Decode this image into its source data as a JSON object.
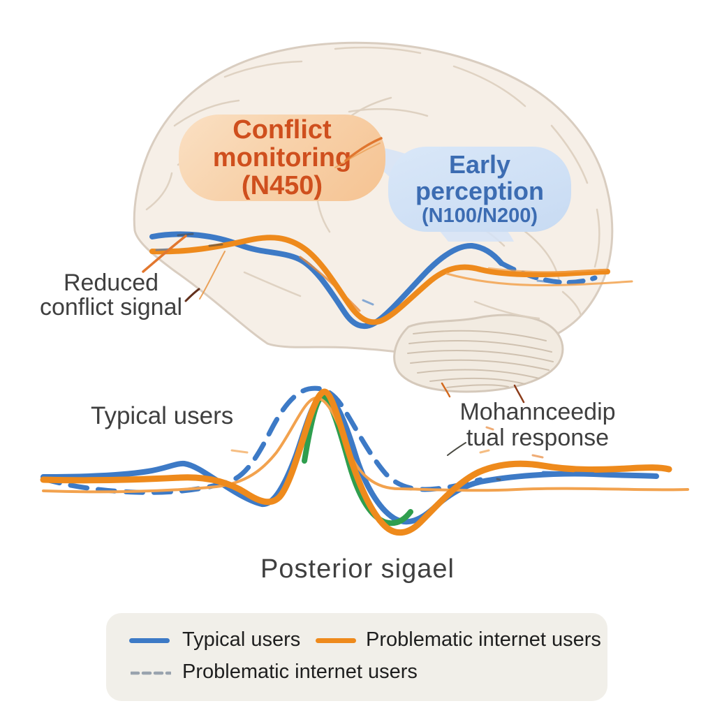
{
  "figure": {
    "kind": "brain ERP diagram",
    "background": "#ffffff"
  },
  "brain_labels": {
    "conflict_monitoring": {
      "lines": [
        "Conflict",
        "monitoring",
        "(N450)"
      ],
      "text_color": "#cf4f1d",
      "bg_color": "#f8d2ab"
    },
    "early_perception": {
      "lines": [
        "Early",
        "perception",
        "(N100/N200)"
      ],
      "text_color": "#3c6cb2",
      "bg_color": "#cfe0f5"
    }
  },
  "annotations": {
    "reduced_conflict": {
      "lines": [
        "Reduced",
        "conflict signal"
      ]
    },
    "typical_users_heading": "Typical users",
    "response_label": {
      "lines": [
        "Mohannceedip",
        "tual response"
      ]
    },
    "chart_title": "Posterior sigael"
  },
  "legend": {
    "bg_color": "#f1efe9",
    "items": [
      {
        "label": "Typical users",
        "style": "solid",
        "color": "#3d7ac6"
      },
      {
        "label": "Problematic internet users",
        "style": "solid",
        "color": "#ee8a1c"
      },
      {
        "label": "Problematic internet users",
        "style": "dashed",
        "color": "#99a3ae"
      }
    ]
  },
  "colors": {
    "waveform_blue": "#3d7ac6",
    "waveform_orange": "#ee8a1c",
    "waveform_orange_thin": "#f2a24e",
    "waveform_green": "#2f9e4e",
    "gray_dashed": "#99a3ae",
    "brain_fill": "#f6efe7",
    "brain_outline": "#d9cdc0",
    "cerebellum_fill": "#f2ebe1",
    "annotation_text": "#3f3f3f",
    "leader_line_orange": "#e2772e",
    "leader_line_brown": "#63301c"
  },
  "chart_data": {
    "type": "line",
    "title": "Posterior sigael",
    "axes_shown": false,
    "description": "Schematic ERP waveforms; no numeric axes. Normalized keypoints x:0-1 (time), y:-1..1 (amplitude, up = positive).",
    "series": [
      {
        "name": "Typical users",
        "style": "solid",
        "color": "#3d7ac6",
        "keypoints": [
          [
            0.0,
            0.0
          ],
          [
            0.21,
            0.18
          ],
          [
            0.33,
            -0.38
          ],
          [
            0.42,
            0.95
          ],
          [
            0.53,
            -0.85
          ],
          [
            0.66,
            -0.05
          ],
          [
            0.85,
            0.02
          ],
          [
            1.0,
            -0.1
          ]
        ]
      },
      {
        "name": "Problematic internet users",
        "style": "solid",
        "color": "#ee8a1c",
        "keypoints": [
          [
            0.0,
            0.0
          ],
          [
            0.22,
            0.0
          ],
          [
            0.31,
            -0.22
          ],
          [
            0.42,
            1.0
          ],
          [
            0.53,
            -0.95
          ],
          [
            0.67,
            0.12
          ],
          [
            0.85,
            0.08
          ],
          [
            1.0,
            0.05
          ]
        ]
      },
      {
        "name": "Problematic internet users",
        "style": "dashed",
        "color": "#3d7ac6",
        "keypoints": [
          [
            0.0,
            -0.05
          ],
          [
            0.15,
            -0.2
          ],
          [
            0.3,
            -0.05
          ],
          [
            0.4,
            1.0
          ],
          [
            0.5,
            0.6
          ],
          [
            0.58,
            -0.18
          ],
          [
            0.65,
            -0.15
          ],
          [
            0.7,
            -0.02
          ]
        ]
      }
    ],
    "upper_overlay_series": [
      {
        "name": "conflict waveform blue",
        "style": "solid-then-dashed",
        "color": "#3d7ac6"
      },
      {
        "name": "conflict waveform orange",
        "style": "solid",
        "color": "#ee8a1c"
      }
    ]
  }
}
